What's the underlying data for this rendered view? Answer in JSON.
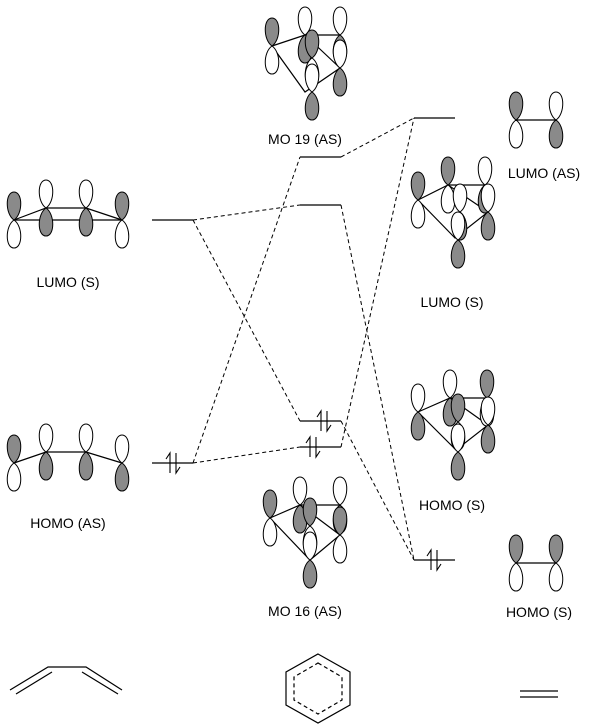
{
  "labels": {
    "butadiene_lumo": "LUMO (S)",
    "butadiene_homo": "HOMO (AS)",
    "benzene_mo19": "MO 19 (AS)",
    "benzene_mo16": "MO 16 (AS)",
    "ethylene_lumo": "LUMO (AS)",
    "ethylene_homo": "HOMO (S)",
    "complex_lumo": "LUMO (S)",
    "complex_homo": "HOMO (S)"
  }
}
